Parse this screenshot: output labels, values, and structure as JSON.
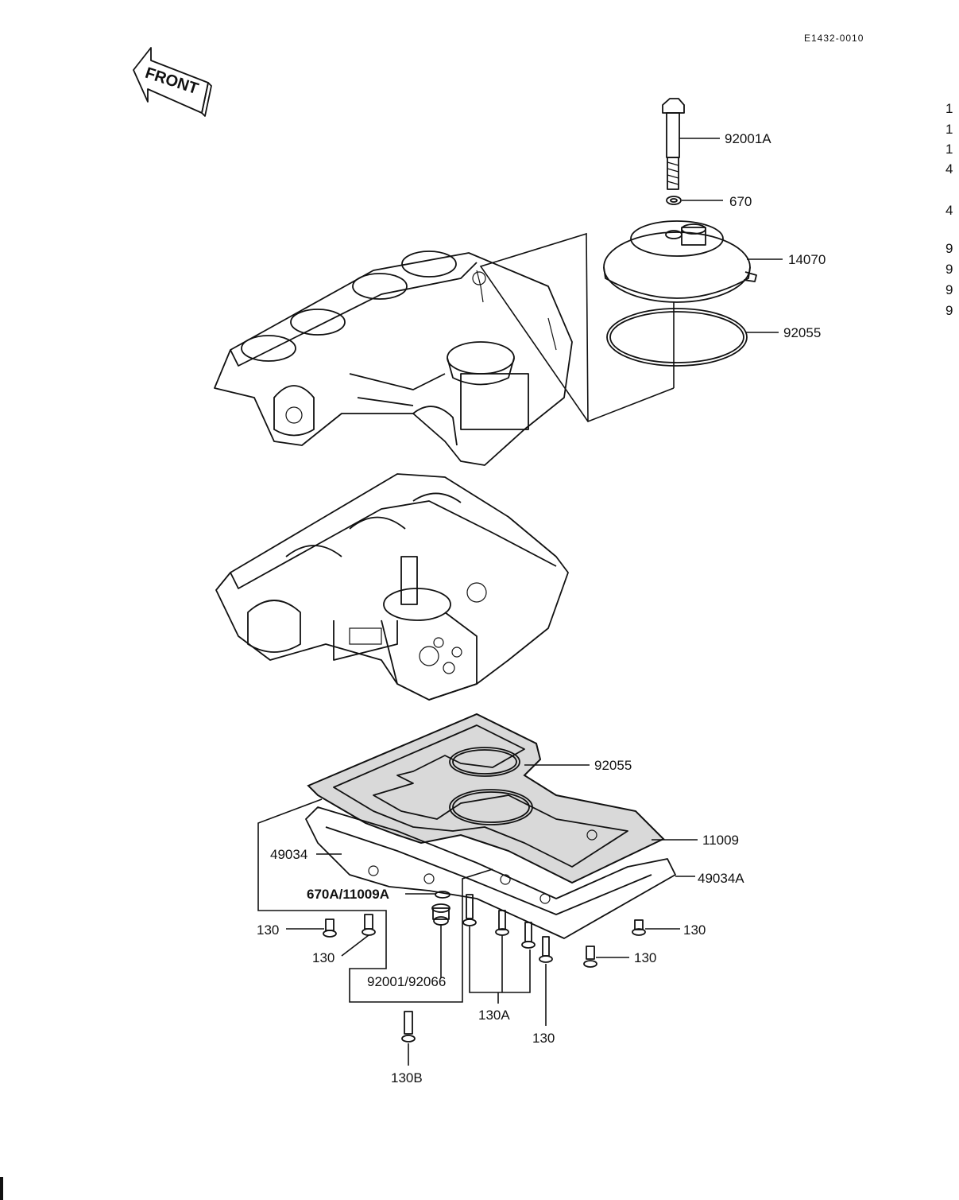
{
  "diagram_code": "E1432-0010",
  "front_label": "FRONT",
  "labels": {
    "bolt_92001A": "92001A",
    "washer_670": "670",
    "cover_14070": "14070",
    "oring_92055_top": "92055",
    "oring_92055_mid": "92055",
    "gasket_11009": "11009",
    "pan_49034": "49034",
    "pan_49034A": "49034A",
    "plug_670A_11009A": "670A/11009A",
    "plug_92001_92066": "92001/92066",
    "bolt_130_a": "130",
    "bolt_130_b": "130",
    "bolt_130_c": "130",
    "bolt_130_d": "130",
    "bolt_130_e": "130",
    "bolt_130A": "130A",
    "bolt_130B": "130B"
  },
  "cropped_column": [
    "1",
    "1",
    "1",
    "4",
    "4",
    "9",
    "9",
    "9",
    "9"
  ]
}
